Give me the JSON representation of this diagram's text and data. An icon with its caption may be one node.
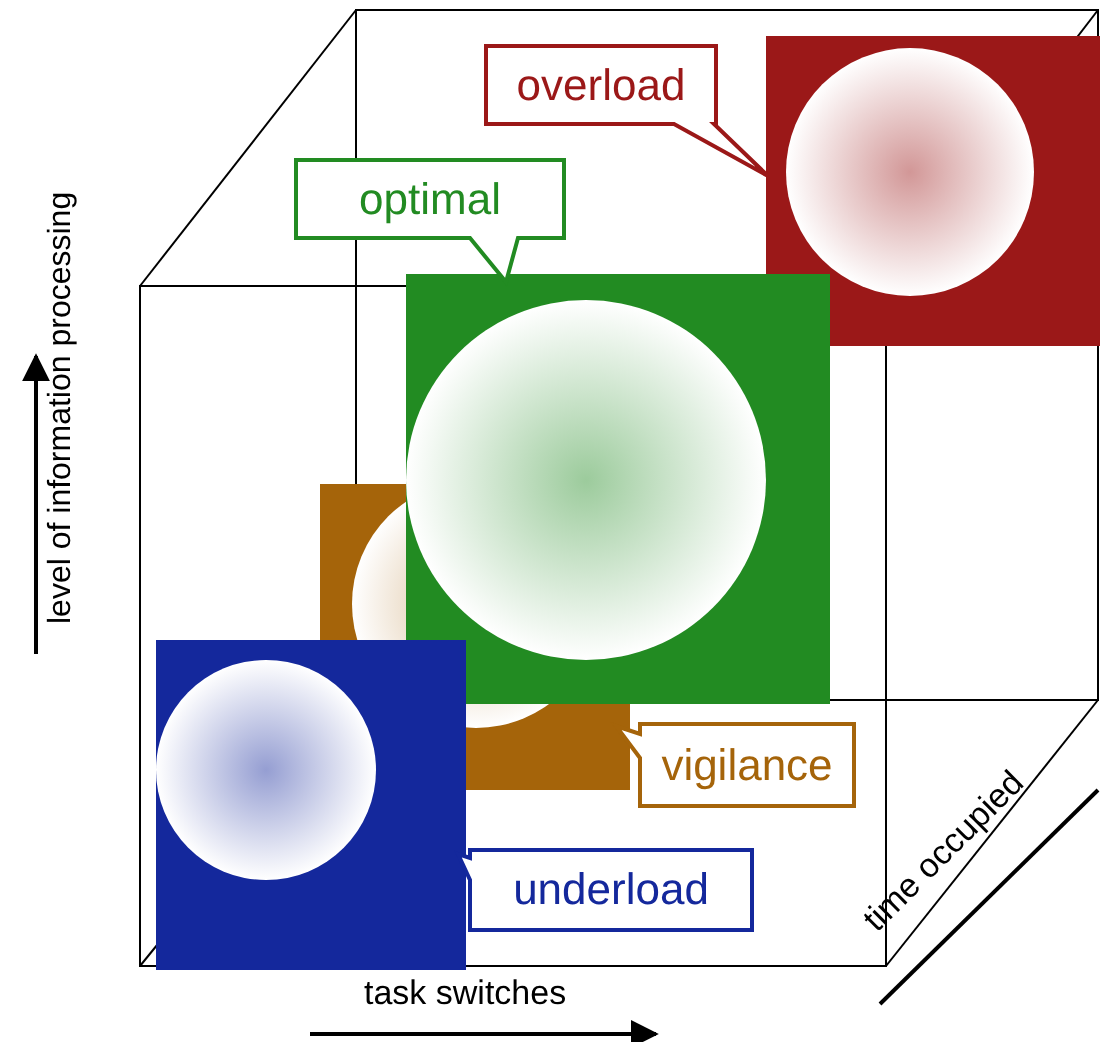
{
  "diagram": {
    "nodes": [
      {
        "text": [
          "overload"
        ]
      },
      {
        "text": [],
        "shape": "box"
      },
      {
        "text": [
          "optimal"
        ]
      },
      {
        "text": [],
        "shape": "box"
      },
      {
        "text": [],
        "shape": "box"
      },
      {
        "text": [
          "vigilance"
        ]
      },
      {
        "text": [],
        "shape": "box"
      },
      {
        "text": [
          "underload"
        ]
      }
    ],
    "labels": [
      "level of information processing",
      "task switches",
      "time occupied"
    ]
  }
}
